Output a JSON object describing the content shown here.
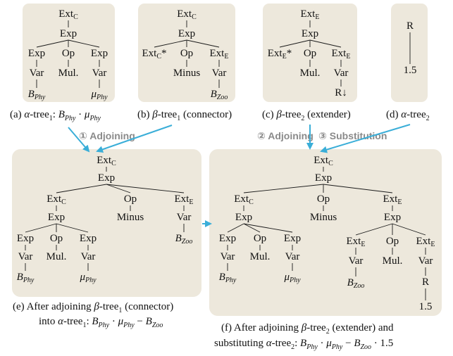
{
  "trees": [
    {
      "id": "a",
      "nodes": [
        {
          "id": "n0",
          "label": "Ext",
          "sub": "C",
          "parent": null
        },
        {
          "id": "n1",
          "label": "Exp",
          "parent": "n0"
        },
        {
          "id": "n2",
          "label": "Exp",
          "parent": "n1"
        },
        {
          "id": "n3",
          "label": "Op",
          "parent": "n1"
        },
        {
          "id": "n4",
          "label": "Exp",
          "parent": "n1"
        },
        {
          "id": "n5",
          "label": "Var",
          "parent": "n2"
        },
        {
          "id": "n6",
          "label": "Mul.",
          "parent": "n3"
        },
        {
          "id": "n7",
          "label": "Var",
          "parent": "n4"
        },
        {
          "id": "n8",
          "label": "B",
          "sub": "Phy",
          "italic": true,
          "parent": "n5"
        },
        {
          "id": "n9",
          "label": "μ",
          "sub": "Phy",
          "italic": true,
          "parent": "n7"
        }
      ]
    },
    {
      "id": "b",
      "nodes": [
        {
          "id": "n0",
          "label": "Ext",
          "sub": "C",
          "parent": null
        },
        {
          "id": "n1",
          "label": "Exp",
          "parent": "n0"
        },
        {
          "id": "n2",
          "label": "Ext",
          "sub": "C",
          "suffix": "*",
          "parent": "n1"
        },
        {
          "id": "n3",
          "label": "Op",
          "parent": "n1"
        },
        {
          "id": "n4",
          "label": "Ext",
          "sub": "E",
          "parent": "n1"
        },
        {
          "id": "n5",
          "label": "Minus",
          "parent": "n3"
        },
        {
          "id": "n6",
          "label": "Var",
          "parent": "n4"
        },
        {
          "id": "n7",
          "label": "B",
          "sub": "Zoo",
          "italic": true,
          "parent": "n6"
        }
      ]
    },
    {
      "id": "c",
      "nodes": [
        {
          "id": "n0",
          "label": "Ext",
          "sub": "E",
          "parent": null
        },
        {
          "id": "n1",
          "label": "Exp",
          "parent": "n0"
        },
        {
          "id": "n2",
          "label": "Ext",
          "sub": "E",
          "suffix": "*",
          "parent": "n1"
        },
        {
          "id": "n3",
          "label": "Op",
          "parent": "n1"
        },
        {
          "id": "n4",
          "label": "Ext",
          "sub": "E",
          "parent": "n1"
        },
        {
          "id": "n5",
          "label": "Mul.",
          "parent": "n3"
        },
        {
          "id": "n6",
          "label": "Var",
          "parent": "n4"
        },
        {
          "id": "n7",
          "label": "R↓",
          "parent": "n6"
        }
      ]
    },
    {
      "id": "d",
      "nodes": [
        {
          "id": "n0",
          "label": "R",
          "parent": null
        },
        {
          "id": "n1",
          "label": "1.5",
          "parent": "n0"
        }
      ]
    },
    {
      "id": "e",
      "nodes": [
        {
          "id": "n0",
          "label": "Ext",
          "sub": "C",
          "parent": null
        },
        {
          "id": "n1",
          "label": "Exp",
          "parent": "n0"
        },
        {
          "id": "n2",
          "label": "Ext",
          "sub": "C",
          "parent": "n1"
        },
        {
          "id": "n3",
          "label": "Op",
          "parent": "n1"
        },
        {
          "id": "n4",
          "label": "Ext",
          "sub": "E",
          "parent": "n1"
        },
        {
          "id": "n5",
          "label": "Exp",
          "parent": "n2"
        },
        {
          "id": "n6",
          "label": "Minus",
          "parent": "n3"
        },
        {
          "id": "n7",
          "label": "Var",
          "parent": "n4"
        },
        {
          "id": "n8",
          "label": "Exp",
          "parent": "n5"
        },
        {
          "id": "n9",
          "label": "Op",
          "parent": "n5"
        },
        {
          "id": "n10",
          "label": "Exp",
          "parent": "n5"
        },
        {
          "id": "n11",
          "label": "B",
          "sub": "Zoo",
          "italic": true,
          "parent": "n7"
        },
        {
          "id": "n12",
          "label": "Var",
          "parent": "n8"
        },
        {
          "id": "n13",
          "label": "Mul.",
          "parent": "n9"
        },
        {
          "id": "n14",
          "label": "Var",
          "parent": "n10"
        },
        {
          "id": "n15",
          "label": "B",
          "sub": "Phy",
          "italic": true,
          "parent": "n12"
        },
        {
          "id": "n16",
          "label": "μ",
          "sub": "Phy",
          "italic": true,
          "parent": "n14"
        }
      ]
    },
    {
      "id": "f",
      "nodes": [
        {
          "id": "n0",
          "label": "Ext",
          "sub": "C",
          "parent": null
        },
        {
          "id": "n1",
          "label": "Exp",
          "parent": "n0"
        },
        {
          "id": "n2",
          "label": "Ext",
          "sub": "C",
          "parent": "n1"
        },
        {
          "id": "n3",
          "label": "Op",
          "parent": "n1"
        },
        {
          "id": "n4",
          "label": "Ext",
          "sub": "E",
          "parent": "n1"
        },
        {
          "id": "n5",
          "label": "Exp",
          "parent": "n2"
        },
        {
          "id": "n6",
          "label": "Minus",
          "parent": "n3"
        },
        {
          "id": "n7",
          "label": "Exp",
          "parent": "n4"
        },
        {
          "id": "n8",
          "label": "Exp",
          "parent": "n5"
        },
        {
          "id": "n9",
          "label": "Op",
          "parent": "n5"
        },
        {
          "id": "n10",
          "label": "Exp",
          "parent": "n5"
        },
        {
          "id": "n11",
          "label": "Ext",
          "sub": "E",
          "parent": "n7"
        },
        {
          "id": "n12",
          "label": "Op",
          "parent": "n7"
        },
        {
          "id": "n13",
          "label": "Ext",
          "sub": "E",
          "parent": "n7"
        },
        {
          "id": "n14",
          "label": "Var",
          "parent": "n8"
        },
        {
          "id": "n15",
          "label": "Mul.",
          "parent": "n9"
        },
        {
          "id": "n16",
          "label": "Var",
          "parent": "n10"
        },
        {
          "id": "n17",
          "label": "Var",
          "parent": "n11"
        },
        {
          "id": "n18",
          "label": "Mul.",
          "parent": "n12"
        },
        {
          "id": "n19",
          "label": "Var",
          "parent": "n13"
        },
        {
          "id": "n20",
          "label": "B",
          "sub": "Phy",
          "italic": true,
          "parent": "n14"
        },
        {
          "id": "n21",
          "label": "μ",
          "sub": "Phy",
          "italic": true,
          "parent": "n16"
        },
        {
          "id": "n22",
          "label": "B",
          "sub": "Zoo",
          "italic": true,
          "parent": "n17"
        },
        {
          "id": "n23",
          "label": "R",
          "parent": "n19"
        },
        {
          "id": "n24",
          "label": "1.5",
          "parent": "n23"
        }
      ]
    }
  ],
  "captions": {
    "a": [
      [
        "(a) "
      ],
      [
        "α",
        "i"
      ],
      [
        "-tree"
      ],
      [
        "1",
        "s"
      ],
      [
        ": "
      ],
      [
        "B",
        "i"
      ],
      [
        "Phy",
        "si"
      ],
      [
        " · "
      ],
      [
        "μ",
        "i"
      ],
      [
        "Phy",
        "si"
      ]
    ],
    "b": [
      [
        "(b) "
      ],
      [
        "β",
        "i"
      ],
      [
        "-tree"
      ],
      [
        "1",
        "s"
      ],
      [
        " (connector)"
      ]
    ],
    "c": [
      [
        "(c) "
      ],
      [
        "β",
        "i"
      ],
      [
        "-tree"
      ],
      [
        "2",
        "s"
      ],
      [
        " (extender)"
      ]
    ],
    "d": [
      [
        "(d) "
      ],
      [
        "α",
        "i"
      ],
      [
        "-tree"
      ],
      [
        "2",
        "s"
      ]
    ],
    "e1": [
      [
        "(e) After adjoining "
      ],
      [
        "β",
        "i"
      ],
      [
        "-tree"
      ],
      [
        "1",
        "s"
      ],
      [
        " (connector)"
      ]
    ],
    "e2": [
      [
        "into "
      ],
      [
        "α",
        "i"
      ],
      [
        "-tree"
      ],
      [
        "1",
        "s"
      ],
      [
        ": "
      ],
      [
        "B",
        "i"
      ],
      [
        "Phy",
        "si"
      ],
      [
        " · "
      ],
      [
        "μ",
        "i"
      ],
      [
        "Phy",
        "si"
      ],
      [
        " − "
      ],
      [
        "B",
        "i"
      ],
      [
        "Zoo",
        "si"
      ]
    ],
    "f1": [
      [
        "(f) After adjoining "
      ],
      [
        "β",
        "i"
      ],
      [
        "-tree"
      ],
      [
        "2",
        "s"
      ],
      [
        " (extender) and"
      ]
    ],
    "f2": [
      [
        "substituting "
      ],
      [
        "α",
        "i"
      ],
      [
        "-tree"
      ],
      [
        "2",
        "s"
      ],
      [
        ": "
      ],
      [
        "B",
        "i"
      ],
      [
        "Phy",
        "si"
      ],
      [
        " · "
      ],
      [
        "μ",
        "i"
      ],
      [
        "Phy",
        "si"
      ],
      [
        " − "
      ],
      [
        "B",
        "i"
      ],
      [
        "Zoo",
        "si"
      ],
      [
        " · 1.5"
      ]
    ]
  },
  "operations": [
    {
      "id": "op1",
      "mark": "①",
      "label": "Adjoining"
    },
    {
      "id": "op2",
      "mark": "②",
      "label": "Adjoining"
    },
    {
      "id": "op3",
      "mark": "③",
      "label": "Substitution"
    }
  ],
  "colors": {
    "panel": "#ede8dc",
    "arrow": "#3aaed8",
    "text": "#111111",
    "operation": "#8a8a8a"
  }
}
